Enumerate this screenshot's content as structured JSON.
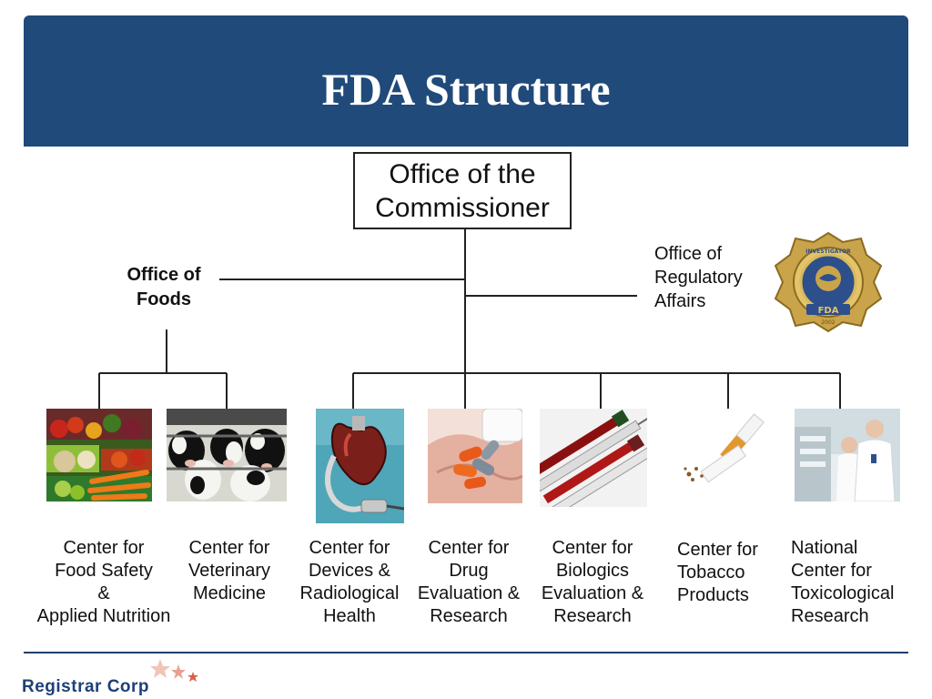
{
  "slide": {
    "title": "FDA Structure"
  },
  "org": {
    "root": {
      "line1": "Office of the",
      "line2": "Commissioner"
    },
    "office_of_foods": {
      "line1": "Office of",
      "line2": "Foods"
    },
    "office_of_regulatory_affairs": {
      "line1": "Office of",
      "line2": "Regulatory",
      "line3": "Affairs"
    },
    "centers": [
      {
        "lines": [
          "Center for",
          "Food Safety",
          "&",
          "Applied Nutrition"
        ],
        "icon": "produce-photo"
      },
      {
        "lines": [
          "Center for",
          "Veterinary",
          "Medicine"
        ],
        "icon": "cattle-photo"
      },
      {
        "lines": [
          "Center for",
          "Devices &",
          "Radiological",
          "Health"
        ],
        "icon": "artificial-heart-photo"
      },
      {
        "lines": [
          "Center for",
          "Drug",
          "Evaluation &",
          "Research"
        ],
        "icon": "pills-photo"
      },
      {
        "lines": [
          "Center for",
          "Biologics",
          "Evaluation &",
          "Research"
        ],
        "icon": "syringes-photo"
      },
      {
        "lines": [
          "Center for",
          "Tobacco",
          "Products"
        ],
        "icon": "broken-cigarette-photo"
      },
      {
        "lines": [
          "National",
          "Center for",
          "Toxicological",
          "Research"
        ],
        "icon": "laboratory-photo"
      }
    ]
  },
  "badge": {
    "icon": "fda-investigator-badge",
    "top_text": "INVESTIGATOR",
    "bottom_text": "FDA",
    "year": "2002"
  },
  "footer": {
    "logo_text": "Registrar Corp",
    "logo_icon": "stars-icon"
  },
  "colors": {
    "header_bg": "#204a7a",
    "footer_rule": "#1f3f6a",
    "logo_text": "#1f3f7a",
    "logo_stars": "#e08a7a"
  }
}
